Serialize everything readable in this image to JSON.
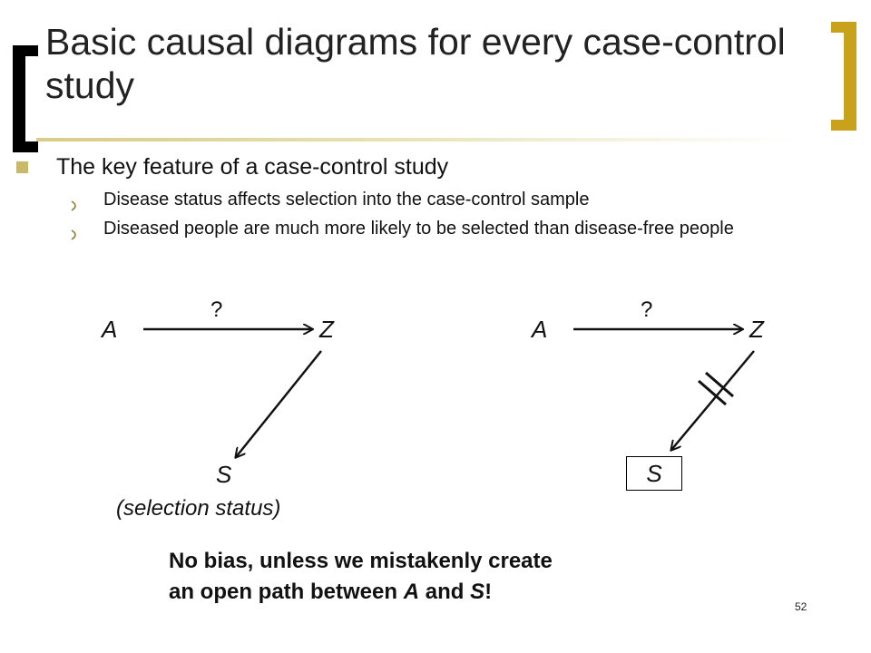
{
  "slide": {
    "title": "Basic causal diagrams for every case-control study",
    "bullet_main": "The key feature of a case-control study",
    "sub_bullets": [
      "Disease status affects selection into the case-control sample",
      "Diseased people are much more likely to be selected than disease-free people"
    ],
    "sub_bullet_marker": " ",
    "page_number": "52"
  },
  "diagram_left": {
    "node_a": "A",
    "node_z": "Z",
    "node_s": "S",
    "edge_question": "?",
    "caption": "(selection status)"
  },
  "diagram_right": {
    "node_a": "A",
    "node_z": "Z",
    "node_s": "S",
    "edge_question": "?"
  },
  "conclusion": {
    "line1": "No bias, unless we mistakenly create",
    "line2_prefix": "an open path between ",
    "line2_a": "A",
    "line2_mid": " and ",
    "line2_s": "S",
    "line2_suffix": "!"
  },
  "colors": {
    "bracket_left": "#000000",
    "bracket_right": "#c8a21a",
    "bullet": "#c8ba6a"
  }
}
